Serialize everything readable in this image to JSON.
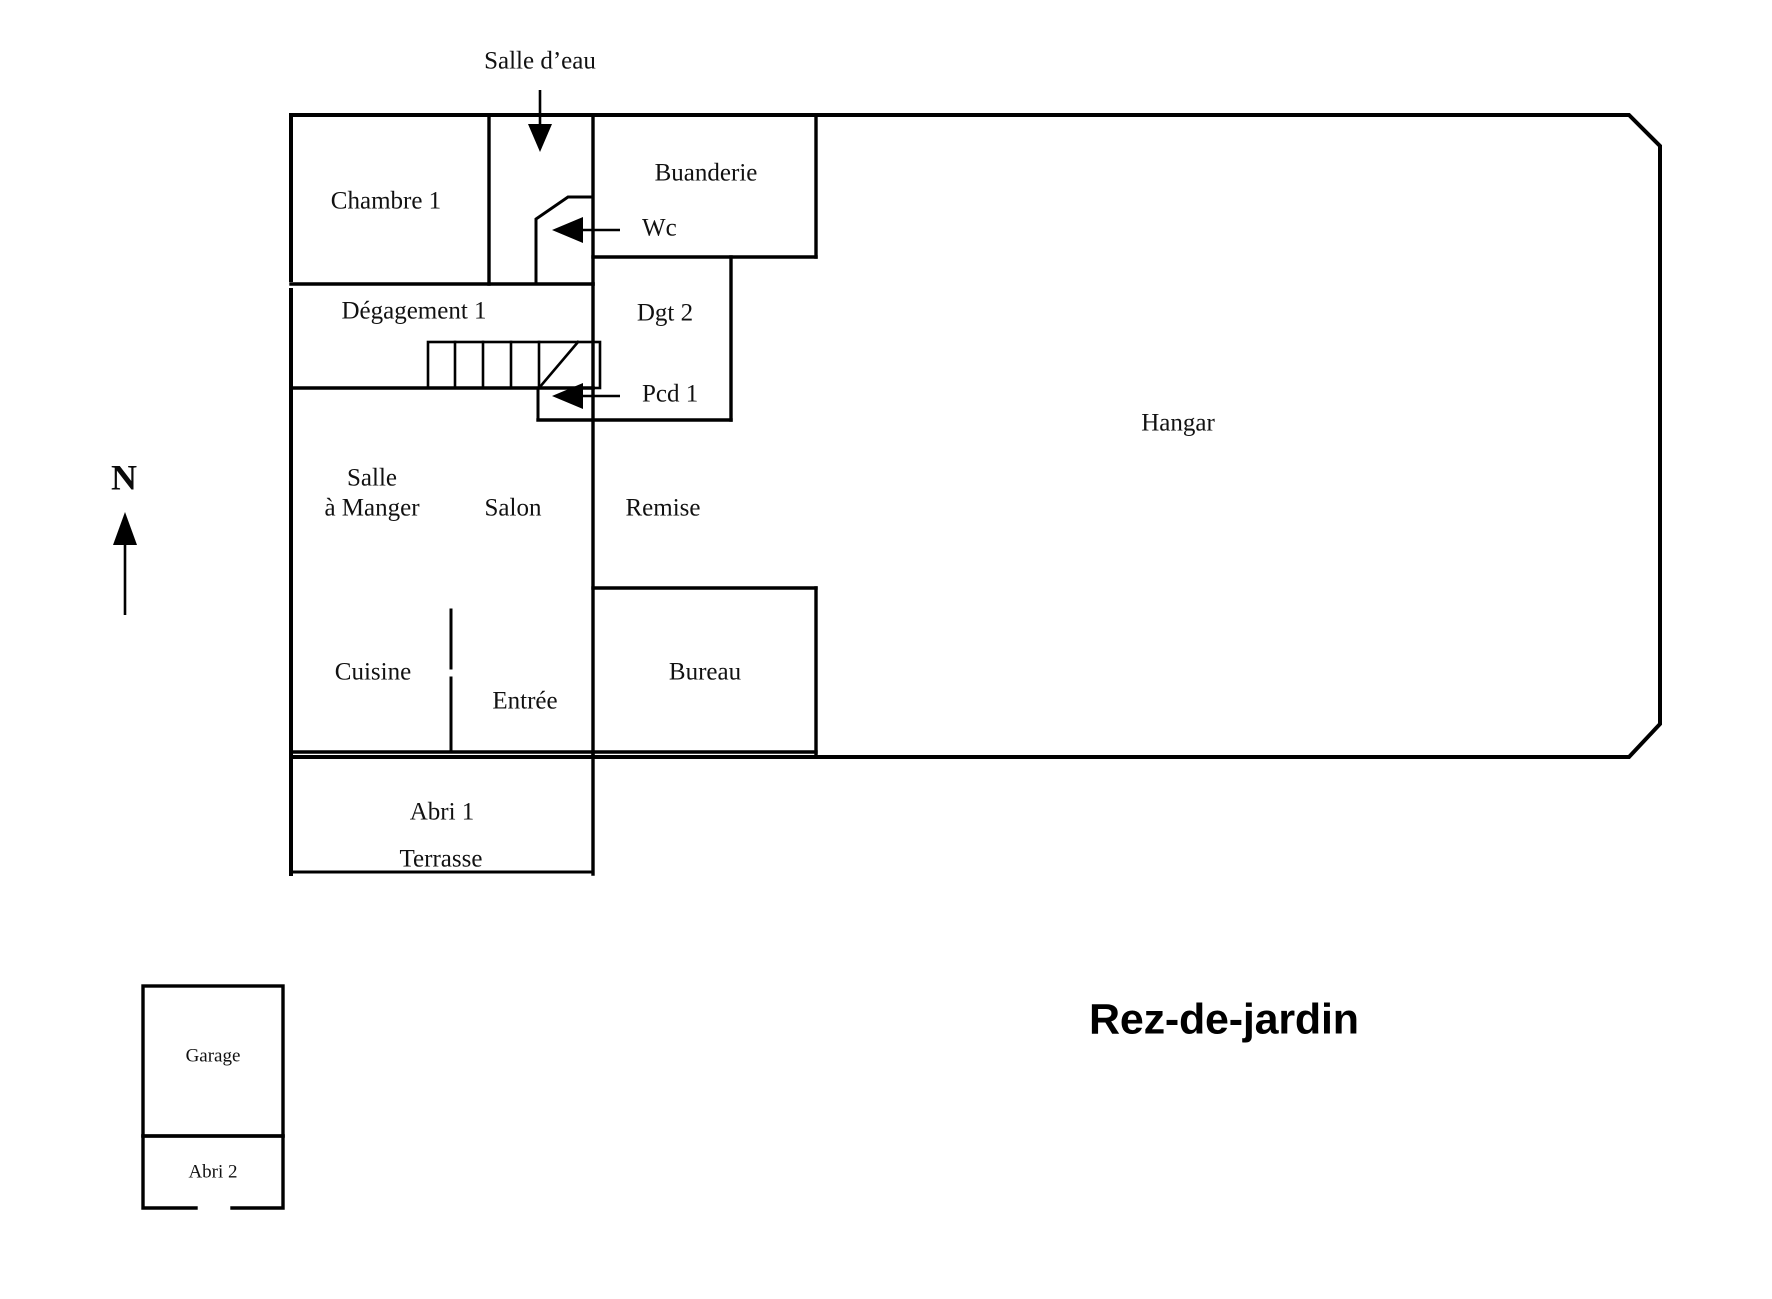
{
  "title": "Rez-de-jardin",
  "compass": {
    "letter": "N",
    "icon": "north-arrow-icon"
  },
  "callouts": [
    {
      "id": "salle-d-eau",
      "label": "Salle d’eau",
      "direction": "down"
    },
    {
      "id": "wc",
      "label": "Wc",
      "direction": "left"
    },
    {
      "id": "pcd-1",
      "label": "Pcd 1",
      "direction": "left"
    }
  ],
  "rooms": [
    {
      "id": "chambre-1",
      "label": "Chambre 1"
    },
    {
      "id": "buanderie",
      "label": "Buanderie"
    },
    {
      "id": "degagement-1",
      "label": "Dégagement 1"
    },
    {
      "id": "dgt-2",
      "label": "Dgt 2"
    },
    {
      "id": "hangar",
      "label": "Hangar"
    },
    {
      "id": "salle-a-manger-line1",
      "label": "Salle"
    },
    {
      "id": "salle-a-manger-line2",
      "label": "à Manger"
    },
    {
      "id": "salon",
      "label": "Salon"
    },
    {
      "id": "remise",
      "label": "Remise"
    },
    {
      "id": "cuisine",
      "label": "Cuisine"
    },
    {
      "id": "entree",
      "label": "Entrée"
    },
    {
      "id": "bureau",
      "label": "Bureau"
    },
    {
      "id": "abri-1",
      "label": "Abri 1"
    },
    {
      "id": "terrasse",
      "label": "Terrasse"
    },
    {
      "id": "garage",
      "label": "Garage"
    },
    {
      "id": "abri-2",
      "label": "Abri 2"
    }
  ],
  "colors": {
    "wall": "#000000",
    "background": "#ffffff",
    "text": "#111111",
    "title": "#000000"
  }
}
